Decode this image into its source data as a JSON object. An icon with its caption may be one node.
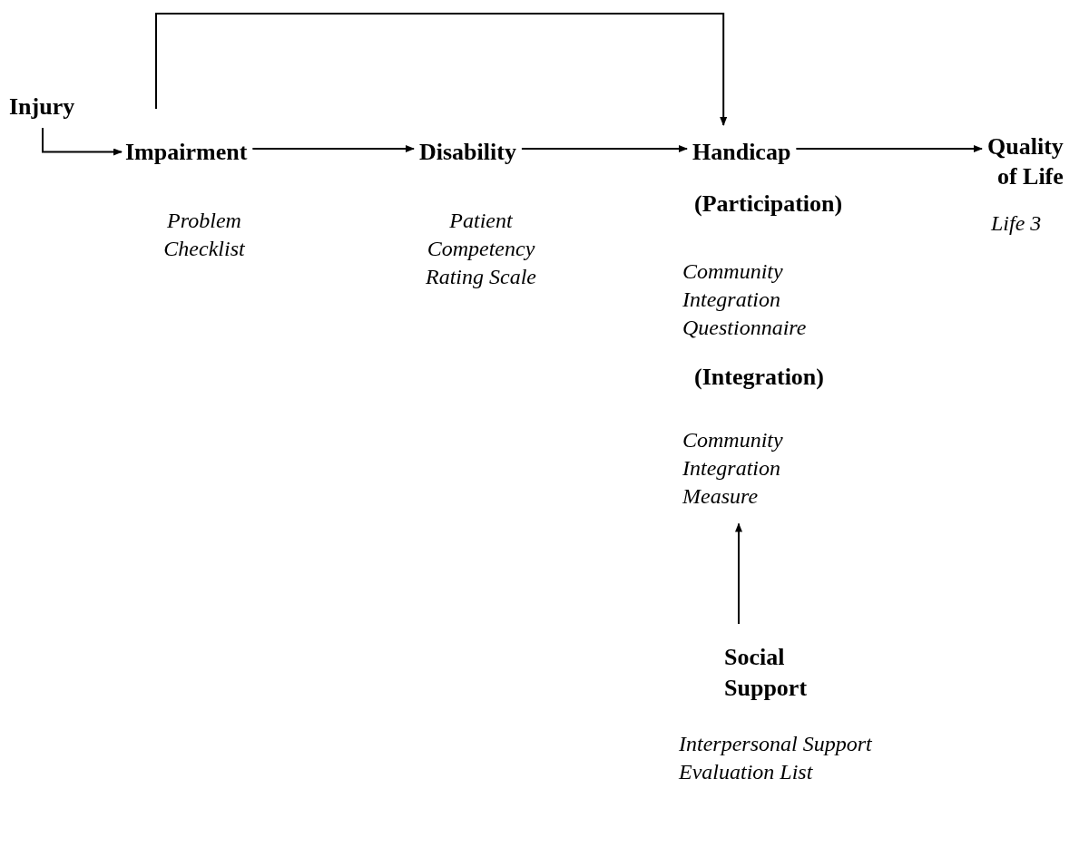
{
  "diagram": {
    "nodes": [
      {
        "text": [
          "Injury"
        ]
      },
      {
        "text": [
          "Impairment"
        ]
      },
      {
        "text": [
          "Disability"
        ]
      },
      {
        "text": [
          "Handicap"
        ]
      },
      {
        "text": [
          "Quality of Life"
        ]
      },
      {
        "text": [
          "Social Support"
        ]
      },
      {
        "text": [
          "Community Integration Measure"
        ]
      }
    ],
    "edges": [
      {
        "from": 0,
        "to": 1,
        "arrow": "to"
      },
      {
        "from": 1,
        "to": 3,
        "arrow": "to"
      },
      {
        "from": 1,
        "to": 2,
        "arrow": "to"
      },
      {
        "from": 2,
        "to": 3,
        "arrow": "to"
      },
      {
        "from": 3,
        "to": 4,
        "arrow": "to"
      },
      {
        "from": 5,
        "to": 6,
        "arrow": "to"
      }
    ],
    "labels": [
      "Problem Checklist",
      "Patient Competency Rating Scale",
      "(Participation)",
      "Community Integration Questionnaire",
      "(Integration)",
      "Life 3",
      "Interpersonal Support Evaluation List"
    ]
  }
}
